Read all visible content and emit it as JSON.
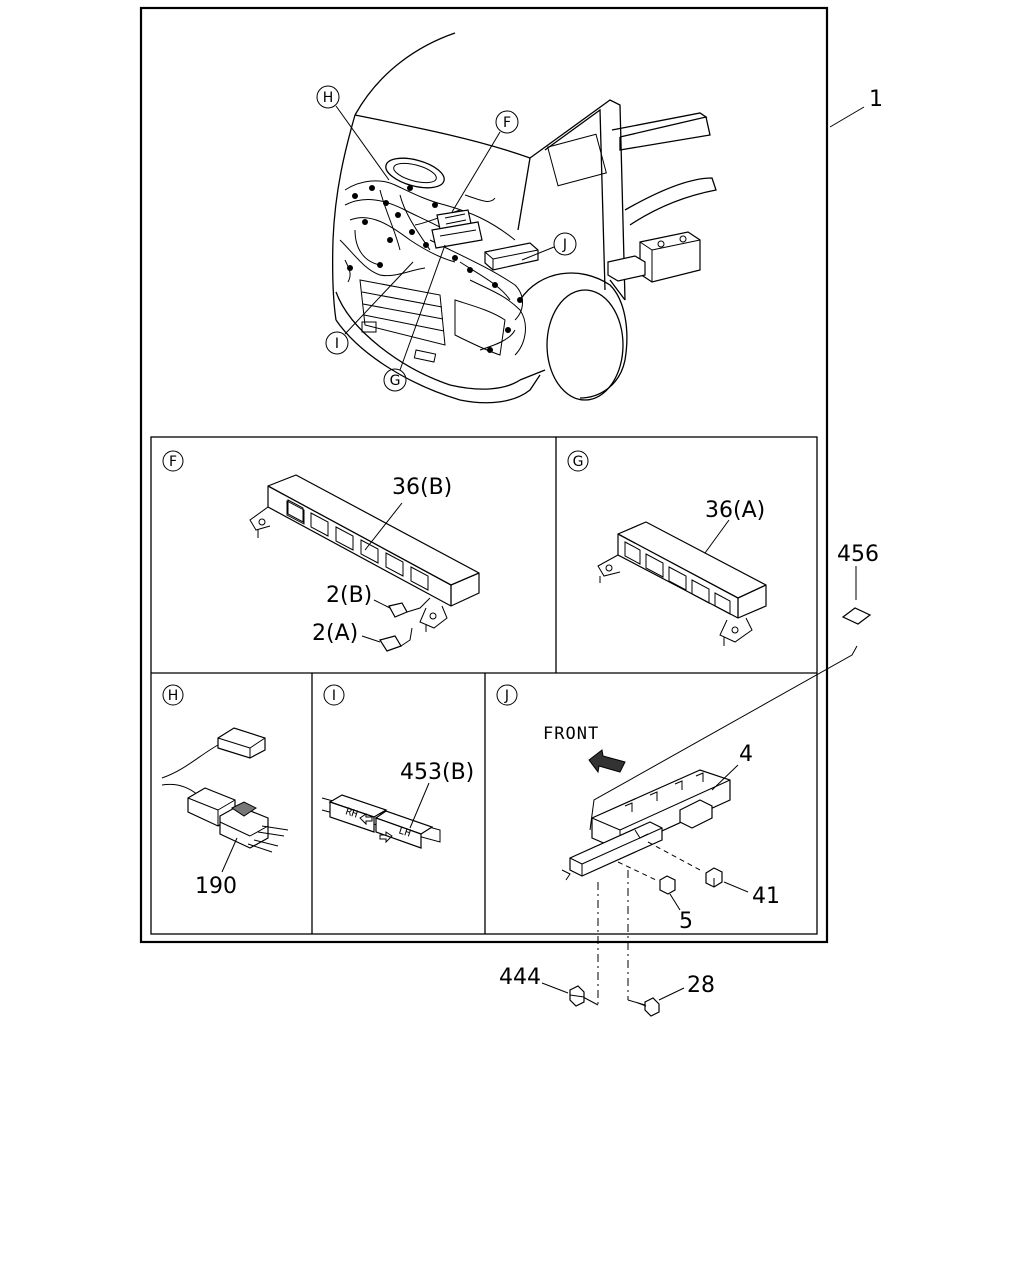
{
  "diagram": {
    "callouts": {
      "c1": "1",
      "c36b": "36(B)",
      "c2b": "2(B)",
      "c2a": "2(A)",
      "c36a": "36(A)",
      "c456": "456",
      "c190": "190",
      "c453b": "453(B)",
      "c4": "4",
      "c41": "41",
      "c5": "5",
      "c444": "444",
      "c28": "28"
    },
    "view_markers": {
      "h": "H",
      "f": "F",
      "i": "I",
      "g": "G",
      "j": "J"
    },
    "panels": {
      "f": "F",
      "g": "G",
      "h": "H",
      "i": "I",
      "j": "J"
    },
    "front_label": "FRONT",
    "tag_rh": "RH",
    "tag_lh": "LH"
  }
}
